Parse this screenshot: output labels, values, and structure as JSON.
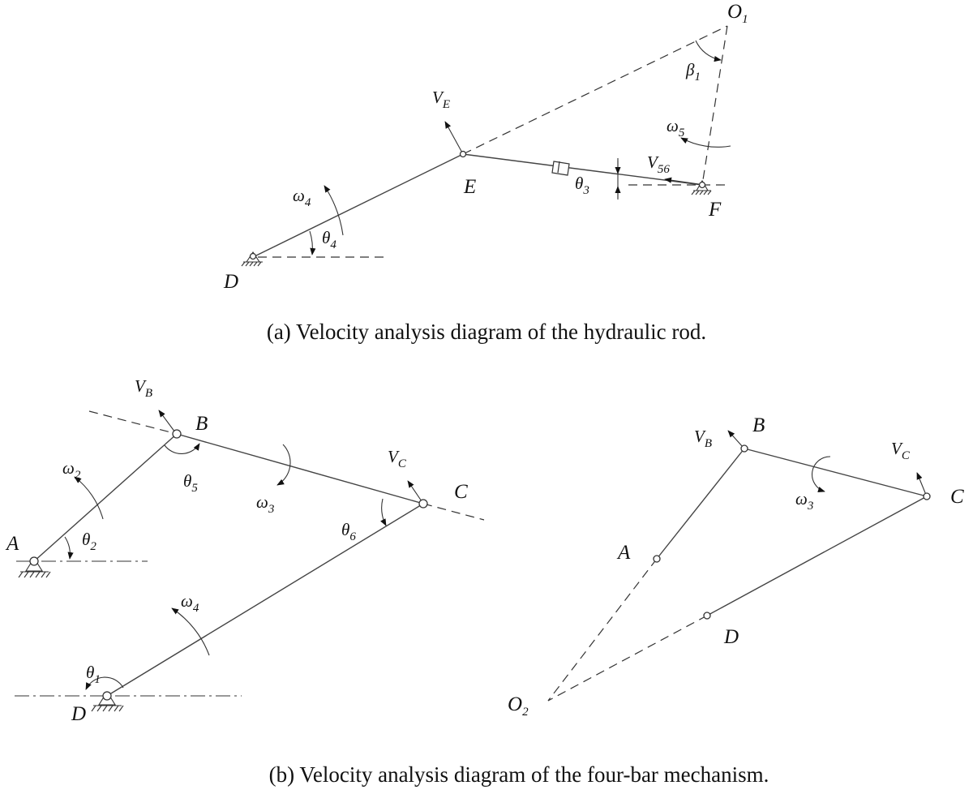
{
  "diagram_a": {
    "caption": "(a) Velocity analysis diagram of the hydraulic rod.",
    "points": {
      "O1": "O",
      "O1_sub": "1",
      "E": "E",
      "F": "F",
      "D": "D"
    },
    "symbols": {
      "beta1": "β",
      "beta1_sub": "1",
      "omega5": "ω",
      "omega5_sub": "5",
      "VE": "V",
      "VE_sub": "E",
      "V56": "V",
      "V56_sub": "56",
      "omega4": "ω",
      "omega4_sub": "4",
      "theta3": "θ",
      "theta3_sub": "3",
      "theta4": "θ",
      "theta4_sub": "4"
    }
  },
  "diagram_b_left": {
    "points": {
      "A": "A",
      "B": "B",
      "C": "C",
      "D": "D"
    },
    "symbols": {
      "VB": "V",
      "VB_sub": "B",
      "VC": "V",
      "VC_sub": "C",
      "omega2": "ω",
      "omega2_sub": "2",
      "omega3": "ω",
      "omega3_sub": "3",
      "omega4": "ω",
      "omega4_sub": "4",
      "theta1": "θ",
      "theta1_sub": "1",
      "theta2": "θ",
      "theta2_sub": "2",
      "theta5": "θ",
      "theta5_sub": "5",
      "theta6": "θ",
      "theta6_sub": "6"
    }
  },
  "diagram_b_right": {
    "caption": "(b) Velocity analysis diagram of the four-bar mechanism.",
    "points": {
      "A": "A",
      "B": "B",
      "C": "C",
      "D": "D",
      "O2": "O",
      "O2_sub": "2"
    },
    "symbols": {
      "VB": "V",
      "VB_sub": "B",
      "VC": "V",
      "VC_sub": "C",
      "omega3": "ω",
      "omega3_sub": "3"
    }
  }
}
